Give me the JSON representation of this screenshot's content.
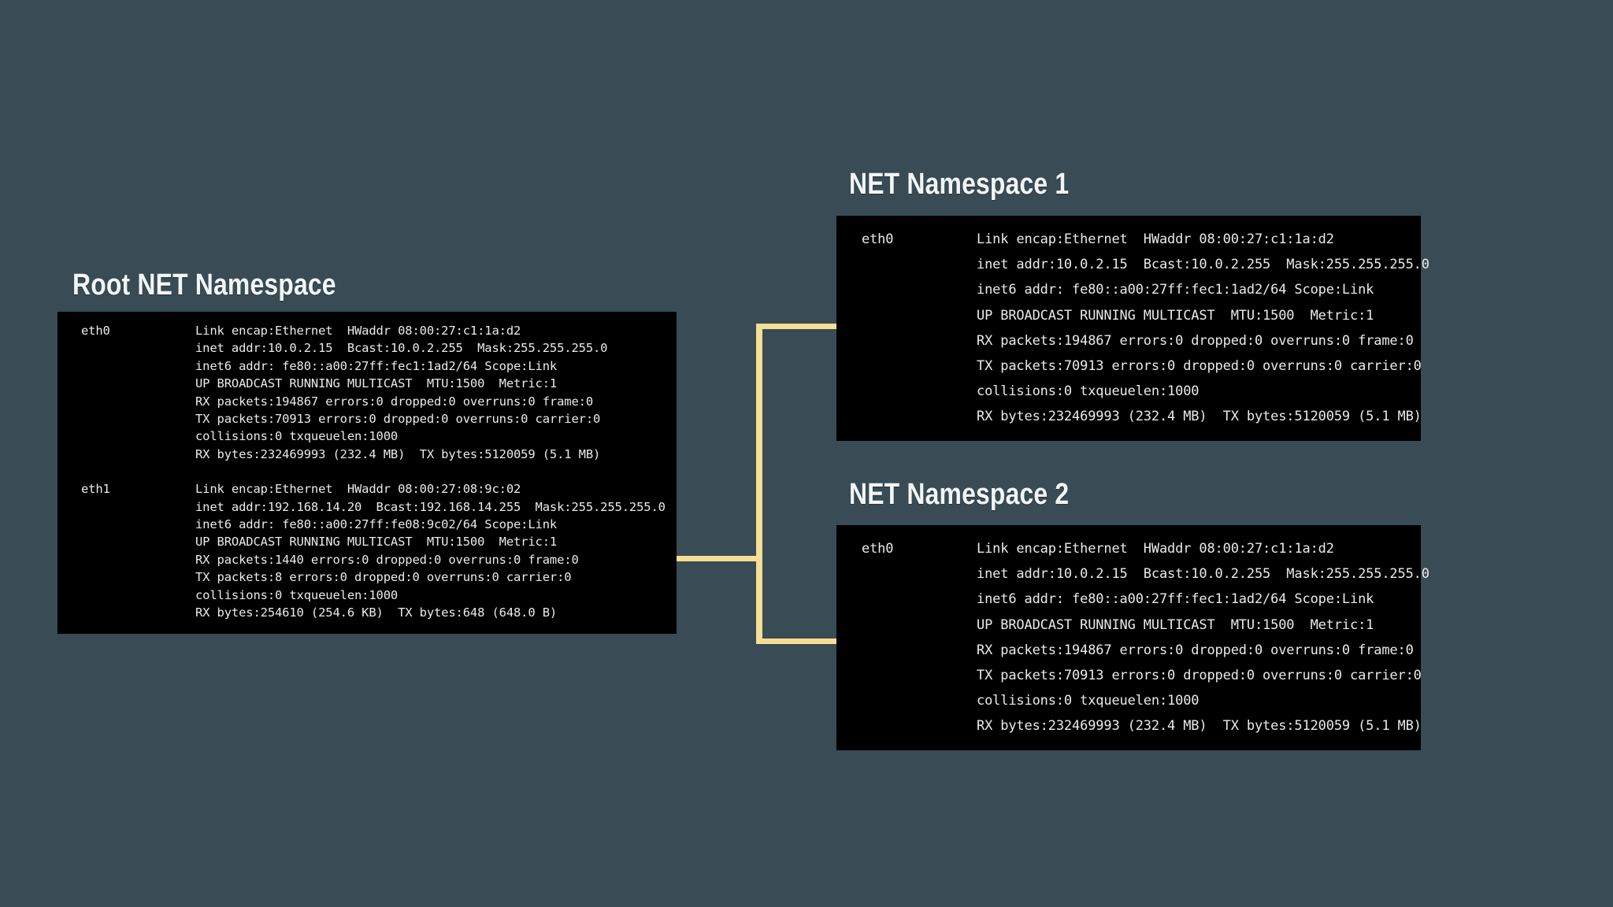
{
  "diagram": {
    "background_color": "#394b54",
    "connector_color": "#f7dd95",
    "terminal_background": "#000000",
    "terminal_text_color": "#e9eaea",
    "title_color": "#f2f5f6"
  },
  "namespaces": {
    "root": {
      "title": "Root NET Namespace",
      "interfaces": [
        {
          "name": "eth0",
          "lines": [
            "Link encap:Ethernet  HWaddr 08:00:27:c1:1a:d2",
            "inet addr:10.0.2.15  Bcast:10.0.2.255  Mask:255.255.255.0",
            "inet6 addr: fe80::a00:27ff:fec1:1ad2/64 Scope:Link",
            "UP BROADCAST RUNNING MULTICAST  MTU:1500  Metric:1",
            "RX packets:194867 errors:0 dropped:0 overruns:0 frame:0",
            "TX packets:70913 errors:0 dropped:0 overruns:0 carrier:0",
            "collisions:0 txqueuelen:1000",
            "RX bytes:232469993 (232.4 MB)  TX bytes:5120059 (5.1 MB)"
          ]
        },
        {
          "name": "eth1",
          "lines": [
            "Link encap:Ethernet  HWaddr 08:00:27:08:9c:02",
            "inet addr:192.168.14.20  Bcast:192.168.14.255  Mask:255.255.255.0",
            "inet6 addr: fe80::a00:27ff:fe08:9c02/64 Scope:Link",
            "UP BROADCAST RUNNING MULTICAST  MTU:1500  Metric:1",
            "RX packets:1440 errors:0 dropped:0 overruns:0 frame:0",
            "TX packets:8 errors:0 dropped:0 overruns:0 carrier:0",
            "collisions:0 txqueuelen:1000",
            "RX bytes:254610 (254.6 KB)  TX bytes:648 (648.0 B)"
          ]
        }
      ]
    },
    "ns1": {
      "title": "NET Namespace 1",
      "interfaces": [
        {
          "name": "eth0",
          "lines": [
            "Link encap:Ethernet  HWaddr 08:00:27:c1:1a:d2",
            "inet addr:10.0.2.15  Bcast:10.0.2.255  Mask:255.255.255.0",
            "inet6 addr: fe80::a00:27ff:fec1:1ad2/64 Scope:Link",
            "UP BROADCAST RUNNING MULTICAST  MTU:1500  Metric:1",
            "RX packets:194867 errors:0 dropped:0 overruns:0 frame:0",
            "TX packets:70913 errors:0 dropped:0 overruns:0 carrier:0",
            "collisions:0 txqueuelen:1000",
            "RX bytes:232469993 (232.4 MB)  TX bytes:5120059 (5.1 MB)"
          ]
        }
      ]
    },
    "ns2": {
      "title": "NET Namespace 2",
      "interfaces": [
        {
          "name": "eth0",
          "lines": [
            "Link encap:Ethernet  HWaddr 08:00:27:c1:1a:d2",
            "inet addr:10.0.2.15  Bcast:10.0.2.255  Mask:255.255.255.0",
            "inet6 addr: fe80::a00:27ff:fec1:1ad2/64 Scope:Link",
            "UP BROADCAST RUNNING MULTICAST  MTU:1500  Metric:1",
            "RX packets:194867 errors:0 dropped:0 overruns:0 frame:0",
            "TX packets:70913 errors:0 dropped:0 overruns:0 carrier:0",
            "collisions:0 txqueuelen:1000",
            "RX bytes:232469993 (232.4 MB)  TX bytes:5120059 (5.1 MB)"
          ]
        }
      ]
    }
  }
}
